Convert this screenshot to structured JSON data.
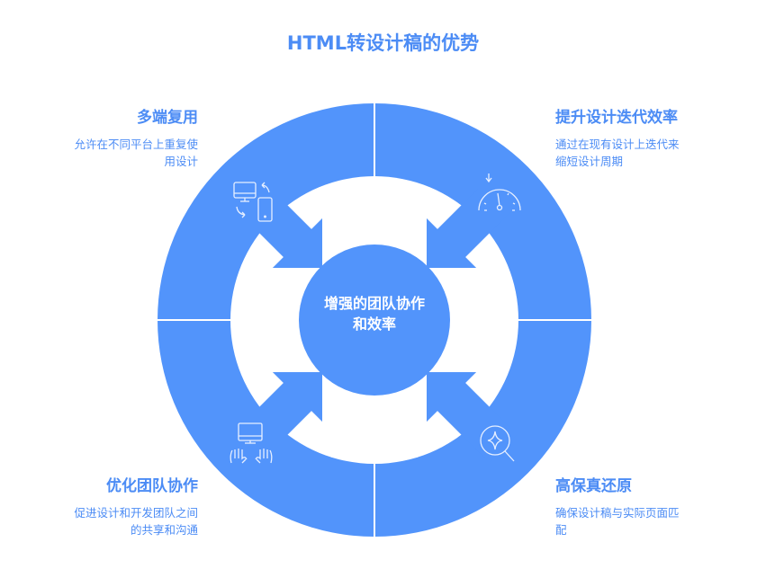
{
  "title": "HTML转设计稿的优势",
  "center": {
    "line1": "增强的团队协作",
    "line2": "和效率"
  },
  "colors": {
    "accent": "#5294fb",
    "text": "#4c8cf5"
  },
  "sections": [
    {
      "title": "多端复用",
      "desc": "允许在不同平台上重复使用设计",
      "icon": "multi-device-sync-icon"
    },
    {
      "title": "提升设计迭代效率",
      "desc": "通过在现有设计上迭代来缩短设计周期",
      "icon": "speedometer-icon"
    },
    {
      "title": "优化团队协作",
      "desc": "促进设计和开发团队之间的共享和沟通",
      "icon": "computer-hands-icon"
    },
    {
      "title": "高保真还原",
      "desc": "确保设计稿与实际页面匹配",
      "icon": "magnifier-sparkle-icon"
    }
  ]
}
